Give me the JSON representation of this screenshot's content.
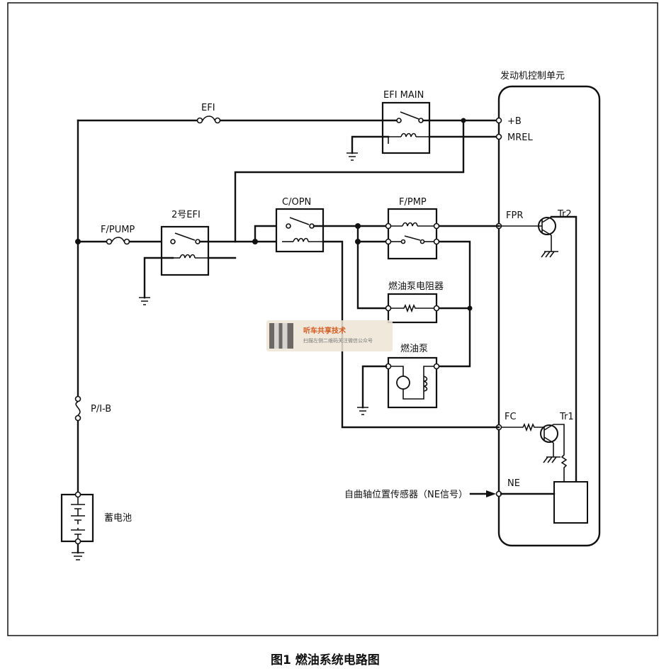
{
  "ecu": {
    "title": "发动机控制单元",
    "pins": {
      "b": "+B",
      "mrel": "MREL",
      "fpr": "FPR",
      "fc": "FC",
      "ne": "NE"
    },
    "transistors": {
      "tr2": "Tr2",
      "tr1": "Tr1"
    }
  },
  "components": {
    "efi_fuse": "EFI",
    "efi_main": "EFI MAIN",
    "fpump_fuse": "F/PUMP",
    "efi2": "2号EFI",
    "copn": "C/OPN",
    "fpmp": "F/PMP",
    "resistor": "燃油泵电阻器",
    "pump": "燃油泵",
    "pib": "P/I-B",
    "battery": "蓄电池"
  },
  "ne_signal": "自曲轴位置传感器（NE信号）",
  "caption": "图1   燃油系统电路图",
  "watermark": {
    "title": "听车共享技术",
    "subtitle": "扫描左侧二维码关注微信公众号"
  }
}
